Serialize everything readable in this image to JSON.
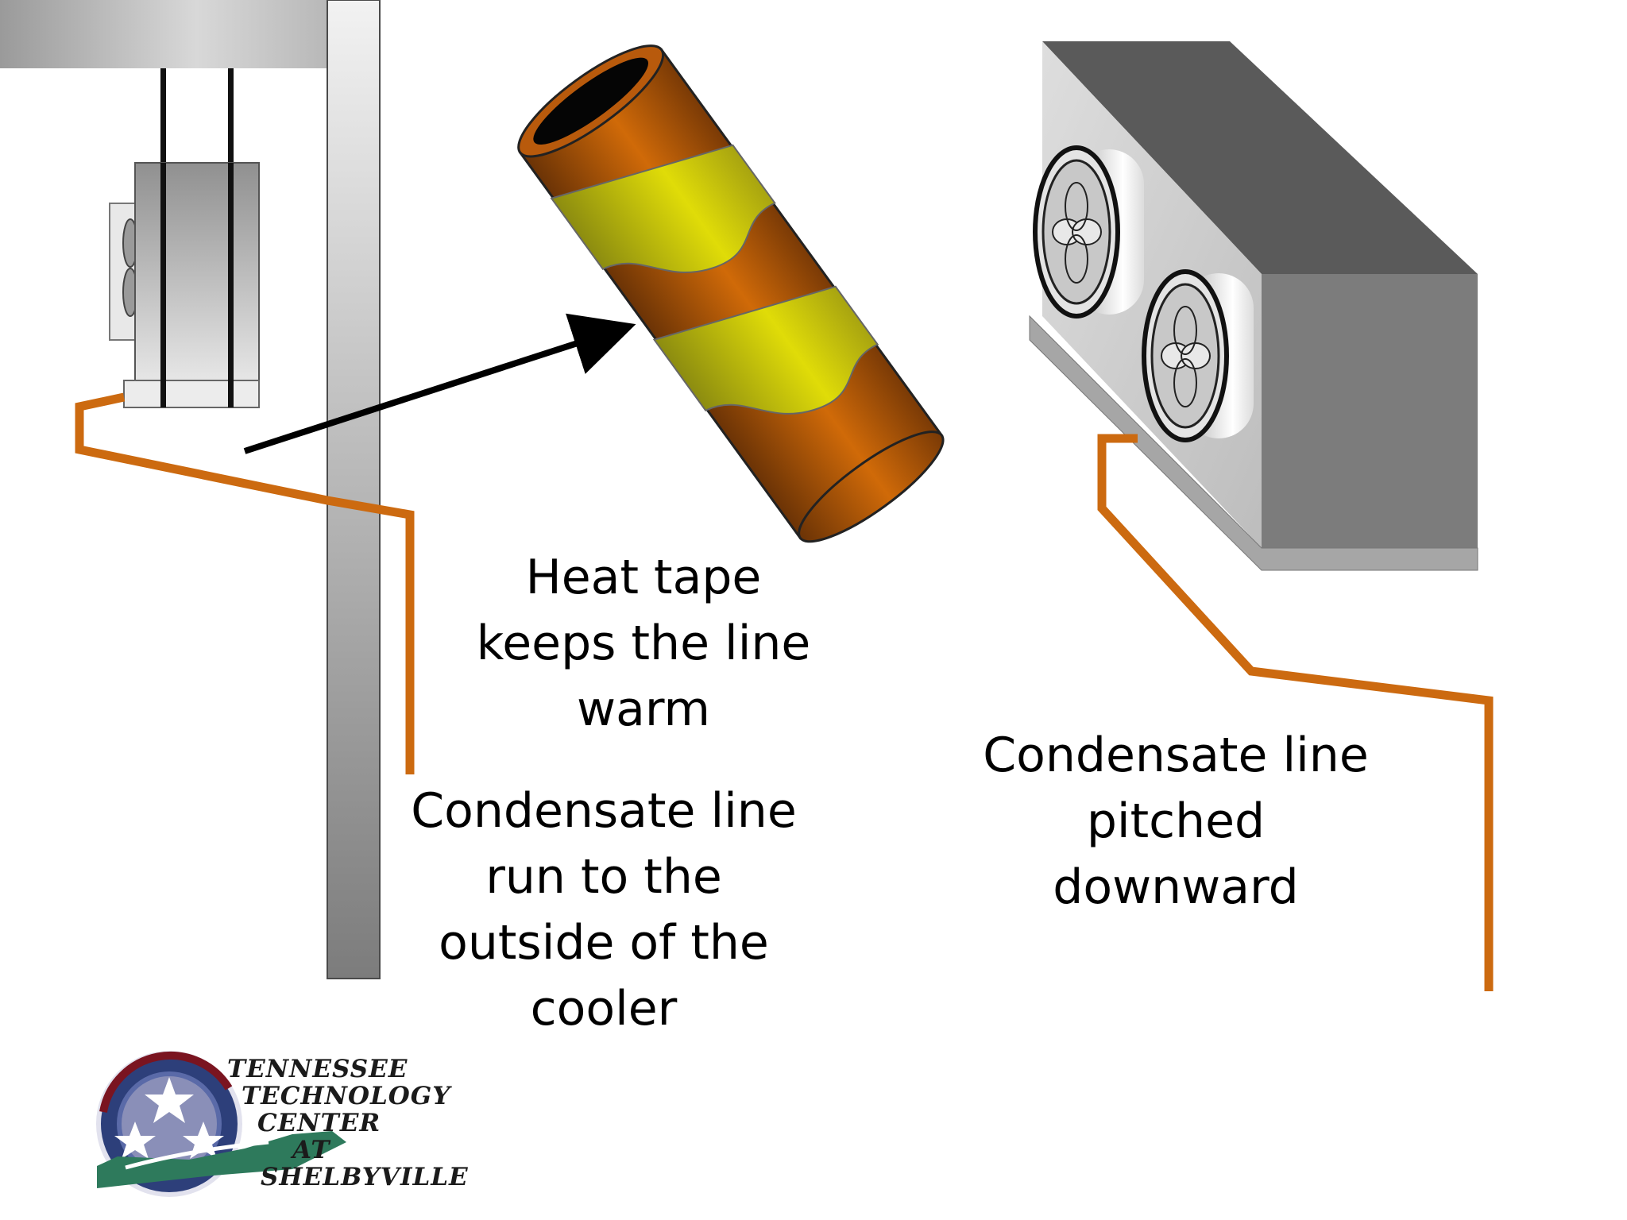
{
  "captions": {
    "heat_tape": [
      "Heat tape",
      "keeps the line",
      "warm"
    ],
    "condensate_left": [
      "Condensate line",
      "run to the",
      "outside of the",
      "cooler"
    ],
    "condensate_right": [
      "Condensate line",
      "pitched",
      "downward"
    ]
  },
  "logo": {
    "lines": [
      "TENNESSEE",
      "TECHNOLOGY",
      "CENTER",
      "AT",
      "SHELBYVILLE"
    ]
  },
  "colors": {
    "condensate_line": "#cc6a10",
    "copper": "#b85a0c",
    "heat_tape": "#c8c400",
    "unit_gray": "#8a8a8a",
    "logo_navy": "#2d3f7a",
    "logo_green": "#2e7a5c"
  }
}
